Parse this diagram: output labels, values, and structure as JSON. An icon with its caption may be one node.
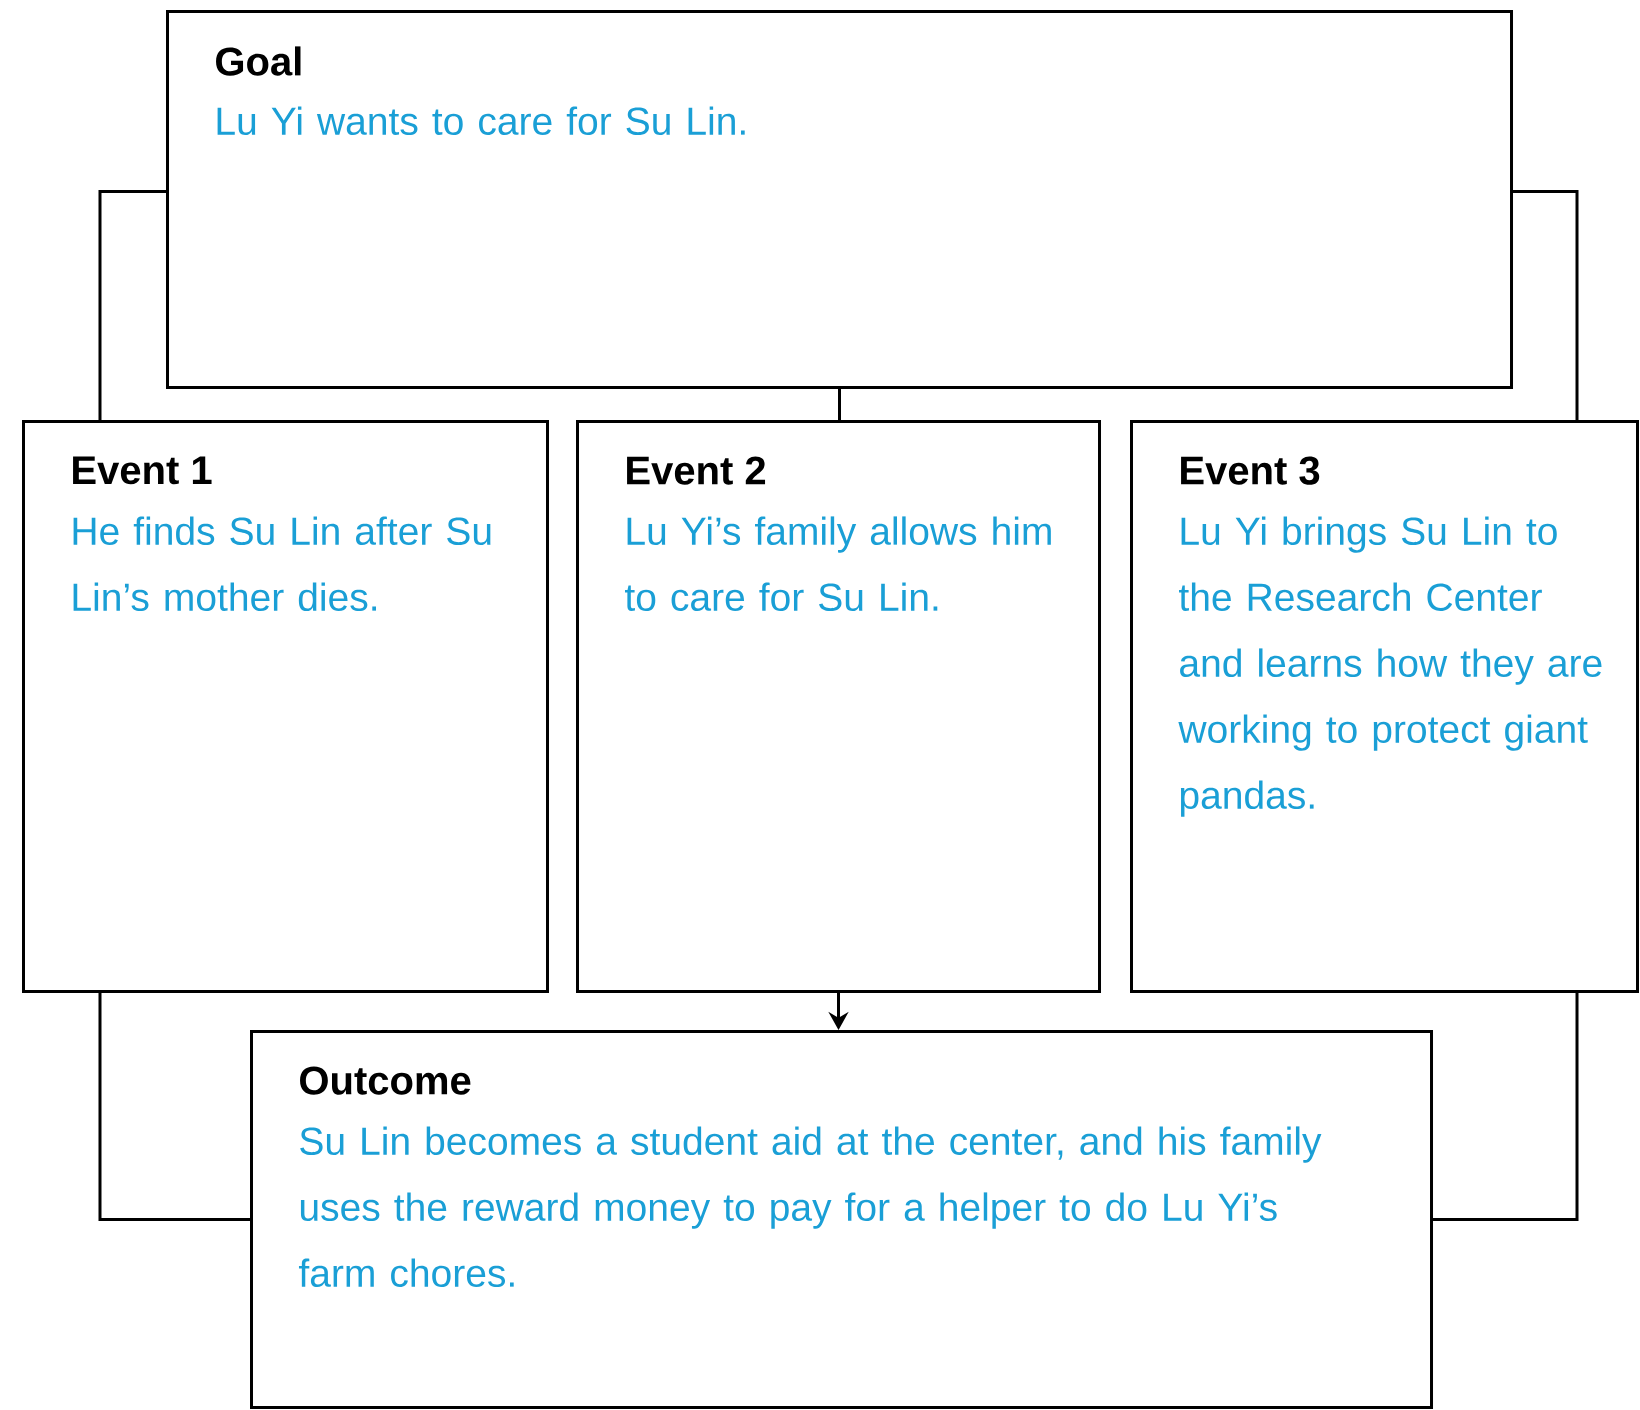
{
  "diagram": {
    "nodes": [
      {
        "text": [
          "Goal",
          "Lu Yi wants to care for Su Lin."
        ]
      },
      {
        "text": [
          "Event 1",
          "He finds Su Lin after Su Lin’s mother dies."
        ]
      },
      {
        "text": [
          "Event 2",
          "Lu Yi’s family allows him to care for Su Lin."
        ]
      },
      {
        "text": [
          "Event 3",
          "Lu Yi brings Su Lin to the Research Center and learns how they are working to protect giant pandas."
        ]
      },
      {
        "text": [
          "Outcome",
          "Su Lin becomes a student aid at the center, and his family uses the reward money to pay for a helper to do Lu Yi’s farm chores."
        ]
      }
    ],
    "edges": [
      {
        "from": 0,
        "to": 1,
        "arrow": "none"
      },
      {
        "from": 0,
        "to": 2,
        "arrow": "none"
      },
      {
        "from": 0,
        "to": 3,
        "arrow": "none"
      },
      {
        "from": 2,
        "to": 4,
        "arrow": "to"
      },
      {
        "from": 1,
        "to": 4,
        "arrow": "none"
      },
      {
        "from": 3,
        "to": 4,
        "arrow": "none"
      }
    ]
  }
}
